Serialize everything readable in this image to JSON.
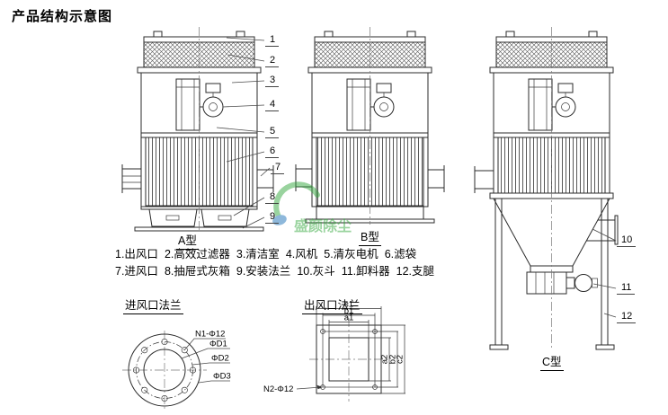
{
  "title": "产品结构示意图",
  "models": {
    "a": "A型",
    "b": "B型",
    "c": "C型"
  },
  "callouts": [
    "1",
    "2",
    "3",
    "4",
    "5",
    "6",
    "7",
    "8",
    "9",
    "10",
    "11",
    "12"
  ],
  "legend": {
    "line1": [
      "1.出风口",
      "2.高效过滤器",
      "3.清洁室",
      "4.风机",
      "5.清灰电机",
      "6.滤袋"
    ],
    "line2": [
      "7.进风口",
      "8.抽屉式灰箱",
      "9.安装法兰",
      "10.灰斗",
      "11.卸料器",
      "12.支腿"
    ]
  },
  "inlet_flange": {
    "title": "进风口法兰",
    "hole_label": "N1-Φ12",
    "d1": "ΦD1",
    "d2": "ΦD2",
    "d3": "ΦD3"
  },
  "outlet_flange": {
    "title": "出风口法兰",
    "dim_c1": "c1",
    "dim_b1": "b1",
    "dim_a1": "a1",
    "dim_a2": "a2",
    "dim_b2": "b2",
    "dim_c2": "c2",
    "hole_label": "N2-Φ12"
  },
  "watermark": {
    "text": "盛颜除尘",
    "green": "#36a93f",
    "blue": "#1f74b8"
  },
  "colors": {
    "line": "#2b2b2b"
  }
}
